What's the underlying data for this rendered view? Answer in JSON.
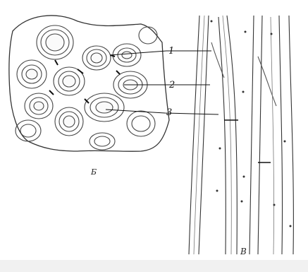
{
  "callouts": [
    {
      "id": "1",
      "text": "1"
    },
    {
      "id": "2",
      "text": "2"
    },
    {
      "id": "3",
      "text": "3"
    }
  ],
  "panels": {
    "left_label": "Б",
    "right_label": "В"
  }
}
